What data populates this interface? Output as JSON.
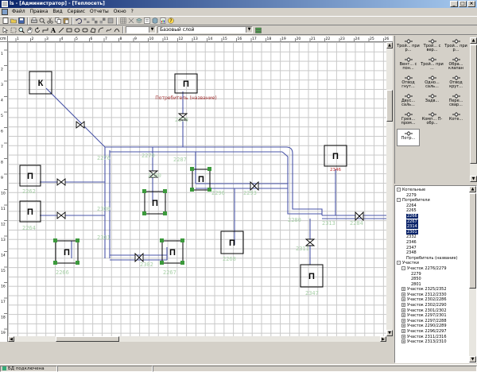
{
  "window": {
    "title": "ls - [Администратор] - [Теплосеть]",
    "controls": [
      "_",
      "□",
      "×"
    ]
  },
  "menu": [
    "Файл",
    "Правка",
    "Вид",
    "Сервис",
    "Отчеты",
    "Окно",
    "?"
  ],
  "toolbar2": {
    "layer_select": "Базовый слой"
  },
  "ruler": {
    "corner": "cm",
    "top": [
      "1",
      "2",
      "3",
      "4",
      "5",
      "6",
      "7",
      "8",
      "9",
      "10",
      "11",
      "12",
      "13",
      "14",
      "15",
      "16",
      "17",
      "18",
      "19",
      "20",
      "21",
      "22",
      "23",
      "24",
      "25",
      "26"
    ],
    "left": [
      "1",
      "2",
      "3",
      "4",
      "5",
      "6",
      "7",
      "8",
      "9",
      "10",
      "11",
      "12",
      "13",
      "14",
      "15",
      "16",
      "17",
      "18",
      "19"
    ]
  },
  "diagram": {
    "source_label": "К",
    "consumer_label": "П",
    "consumer_caption": "Потребитель (название)",
    "consumer_id_red": "2346",
    "tags": [
      "2262",
      "2264",
      "2266",
      "2276",
      "2279",
      "2270",
      "2287",
      "2290",
      "2300",
      "2301",
      "2302",
      "2296",
      "2293",
      "2280",
      "2284",
      "2313",
      "2311",
      "2347",
      "2267",
      "2268"
    ]
  },
  "palette": {
    "items": [
      {
        "label": "Трой... при р...",
        "icon": "tee-icon"
      },
      {
        "label": "Трой... с вер...",
        "icon": "tee-icon"
      },
      {
        "label": "Трой... при р...",
        "icon": "tee-icon"
      },
      {
        "label": "Вент... с пон...",
        "icon": "valve-icon"
      },
      {
        "label": "Трой... при ...",
        "icon": "tee-icon"
      },
      {
        "label": "Обра... клапан",
        "icon": "check-valve-icon"
      },
      {
        "label": "Отвод гнут...",
        "icon": "bend-icon"
      },
      {
        "label": "Одно... саль...",
        "icon": "gland-icon"
      },
      {
        "label": "Отвод крут...",
        "icon": "bend-icon"
      },
      {
        "label": "Двус... саль...",
        "icon": "gland-icon"
      },
      {
        "label": "Задв...",
        "icon": "gate-icon"
      },
      {
        "label": "Пере... свар...",
        "icon": "reducer-icon"
      },
      {
        "label": "Грея... пром...",
        "icon": "heater-icon"
      },
      {
        "label": "Комп... П-обр...",
        "icon": "compensator-icon"
      },
      {
        "label": "Коте...",
        "icon": "boiler-icon"
      },
      {
        "label": "Потр...",
        "icon": "consumer-icon"
      }
    ]
  },
  "tree": {
    "nodes": [
      {
        "label": "Котельные",
        "level": 0,
        "toggle": "-"
      },
      {
        "label": "2279",
        "level": 2,
        "toggle": ""
      },
      {
        "label": "Потребители",
        "level": 0,
        "toggle": "-"
      },
      {
        "label": "2264",
        "level": 2,
        "toggle": ""
      },
      {
        "label": "2265",
        "level": 2,
        "toggle": ""
      },
      {
        "label": "2266",
        "level": 2,
        "toggle": "",
        "selected": true
      },
      {
        "label": "2267",
        "level": 2,
        "toggle": "",
        "selected": true
      },
      {
        "label": "2314",
        "level": 2,
        "toggle": "",
        "selected": true
      },
      {
        "label": "2301",
        "level": 2,
        "toggle": "",
        "selected": true
      },
      {
        "label": "2332",
        "level": 2,
        "toggle": ""
      },
      {
        "label": "2346",
        "level": 2,
        "toggle": ""
      },
      {
        "label": "2347",
        "level": 2,
        "toggle": ""
      },
      {
        "label": "2348",
        "level": 2,
        "toggle": ""
      },
      {
        "label": "Потребитель (название)",
        "level": 2,
        "toggle": ""
      },
      {
        "label": "Участки",
        "level": 0,
        "toggle": "-"
      },
      {
        "label": "Участок 2276/2279",
        "level": 1,
        "toggle": "-"
      },
      {
        "label": "2279",
        "level": 3,
        "toggle": ""
      },
      {
        "label": "2850",
        "level": 3,
        "toggle": ""
      },
      {
        "label": "2801",
        "level": 3,
        "toggle": ""
      },
      {
        "label": "Участок 2325/2352",
        "level": 1,
        "toggle": "+"
      },
      {
        "label": "Участок 2312/2330",
        "level": 1,
        "toggle": "+"
      },
      {
        "label": "Участок 2302/2286",
        "level": 1,
        "toggle": "+"
      },
      {
        "label": "Участок 2302/2290",
        "level": 1,
        "toggle": "+"
      },
      {
        "label": "Участок 2301/2302",
        "level": 1,
        "toggle": "+"
      },
      {
        "label": "Участок 2297/2301",
        "level": 1,
        "toggle": "+"
      },
      {
        "label": "Участок 2297/2288",
        "level": 1,
        "toggle": "+"
      },
      {
        "label": "Участок 2290/2289",
        "level": 1,
        "toggle": "+"
      },
      {
        "label": "Участок 2296/2297",
        "level": 1,
        "toggle": "+"
      },
      {
        "label": "Участок 2311/2316",
        "level": 1,
        "toggle": "+"
      },
      {
        "label": "Участок 2313/2310",
        "level": 1,
        "toggle": "+"
      }
    ]
  },
  "status": {
    "db": "БД подключена"
  }
}
